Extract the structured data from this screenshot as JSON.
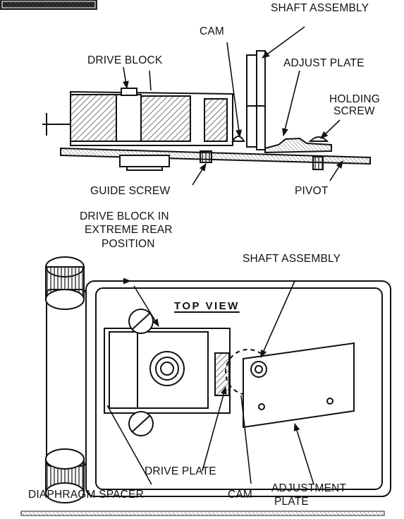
{
  "labels": {
    "shaft_assembly_top": "SHAFT ASSEMBLY",
    "cam_top": "CAM",
    "drive_block": "DRIVE BLOCK",
    "adjust_plate": "ADJUST PLATE",
    "holding_screw_line1": "HOLDING",
    "holding_screw_line2": "SCREW",
    "guide_screw": "GUIDE SCREW",
    "pivot": "PIVOT",
    "drive_block_rear_line1": "DRIVE BLOCK IN",
    "drive_block_rear_line2": "EXTREME REAR",
    "drive_block_rear_line3": "POSITION",
    "shaft_assembly_bottom": "SHAFT ASSEMBLY",
    "top_view": "TOP VIEW",
    "drive_plate": "DRIVE PLATE",
    "diaphragm_spacer": "DIAPHRAGM SPACER",
    "cam_bottom": "CAM",
    "adjustment_plate_line1": "ADJUSTMENT",
    "adjustment_plate_line2": "PLATE"
  },
  "colors": {
    "ink": "#111111",
    "paper": "#ffffff",
    "hatch": "#555555"
  }
}
